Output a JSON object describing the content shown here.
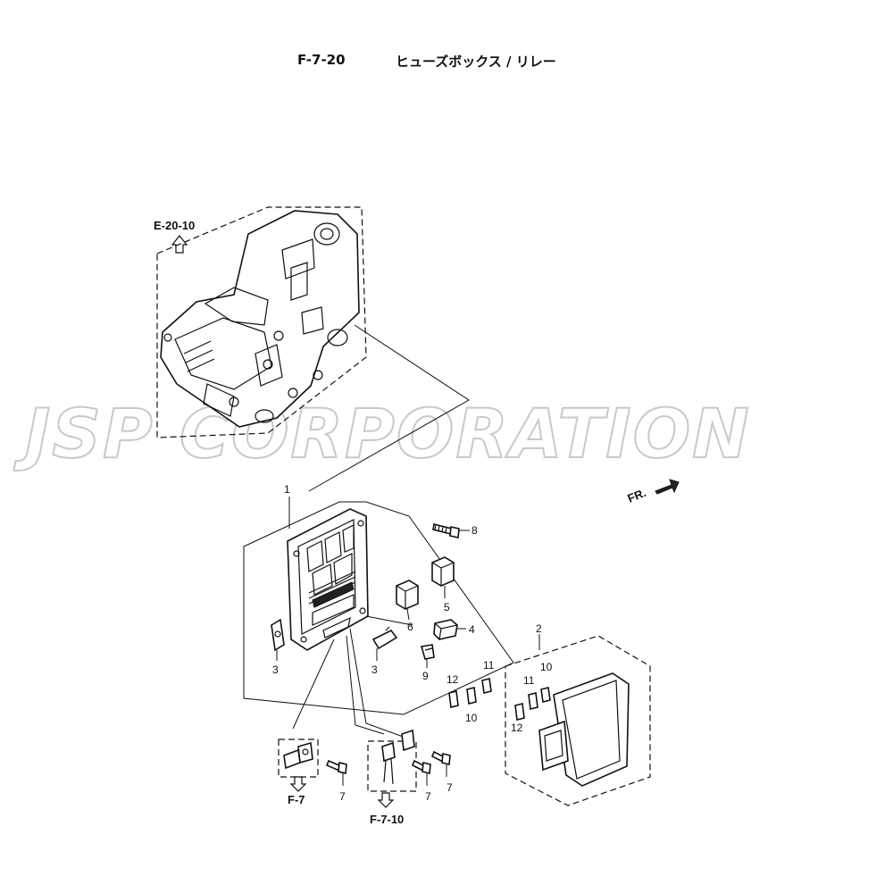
{
  "header": {
    "figure_no": "F-7-20",
    "title": "ヒューズボックス / リレー"
  },
  "watermark": "JSP CORPORATION",
  "refs": {
    "upper_assembly": "E-20-10",
    "harness_a": "F-7",
    "harness_b": "F-7-10",
    "front_arrow": "FR."
  },
  "callouts": {
    "c1": "1",
    "c2": "2",
    "c3a": "3",
    "c3b": "3",
    "c4": "4",
    "c5": "5",
    "c6": "6",
    "c7a": "7",
    "c7b": "7",
    "c7c": "7",
    "c8": "8",
    "c9": "9",
    "c10a": "10",
    "c10b": "10",
    "c11a": "11",
    "c11b": "11",
    "c12a": "12",
    "c12b": "12"
  }
}
